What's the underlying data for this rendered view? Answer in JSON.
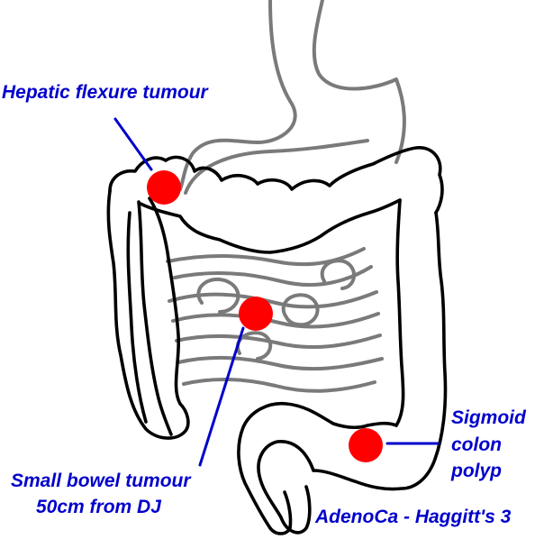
{
  "colors": {
    "background": "#ffffff",
    "organ_outline": "#000000",
    "background_organs": "#7a7a7a",
    "lesion": "#ff0000",
    "annotation": "#0000cc"
  },
  "labels": {
    "hepatic": "Hepatic flexure tumour",
    "small_bowel_line1": "Small bowel tumour",
    "small_bowel_line2": "50cm from DJ",
    "sigmoid_line1": "Sigmoid",
    "sigmoid_line2": "colon",
    "sigmoid_line3": "polyp",
    "histology": "AdenoCa - Haggitt's 3"
  },
  "icons": [
    "stomach-outline",
    "small-intestine-loops",
    "large-intestine-outline",
    "lesion-marker"
  ]
}
